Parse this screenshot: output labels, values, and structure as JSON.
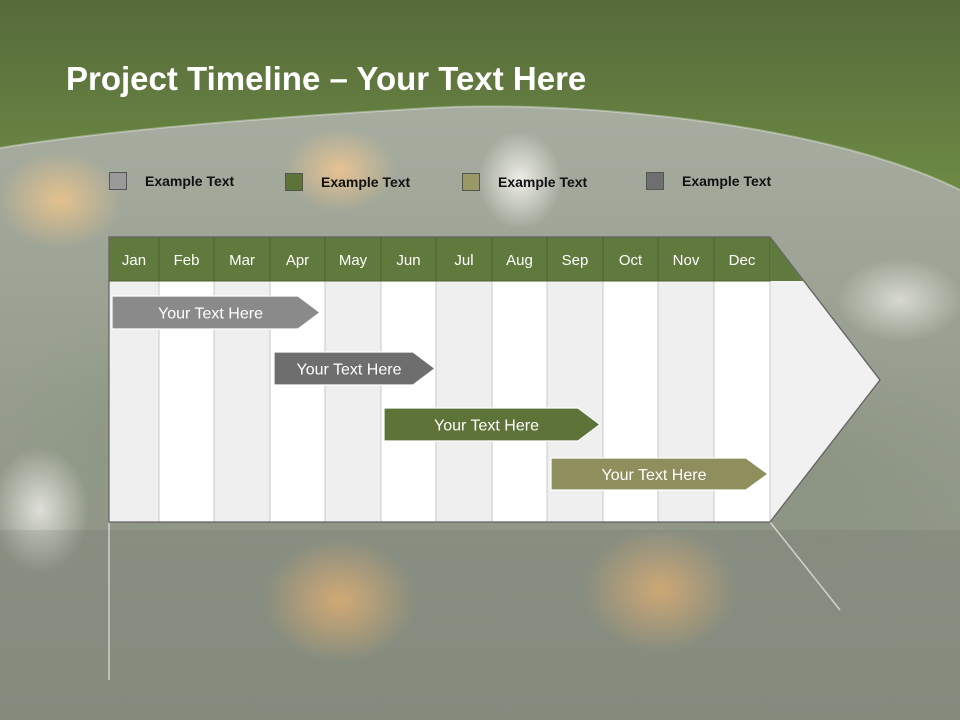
{
  "slide": {
    "title_bold": "Project Timeline",
    "title_rest": " – Your Text Here"
  },
  "colors": {
    "header_green": "#5f7a3c",
    "grey": "#8a8a8a",
    "dark_grey": "#6e6e6e",
    "olive_green": "#5d7338",
    "khaki": "#8e8f5c",
    "legend_dark": "#6f6f70"
  },
  "legend": [
    {
      "label": "Example Text",
      "color": "#9a9a9a"
    },
    {
      "label": "Example Text",
      "color": "#5d7338"
    },
    {
      "label": "Example Text",
      "color": "#999966"
    },
    {
      "label": "Example Text",
      "color": "#6f6f70"
    }
  ],
  "months": [
    "Jan",
    "Feb",
    "Mar",
    "Apr",
    "May",
    "Jun",
    "Jul",
    "Aug",
    "Sep",
    "Oct",
    "Nov",
    "Dec"
  ],
  "bars": [
    {
      "label": "Your  Text Here",
      "start": "Jan",
      "end": "Apr",
      "color": "#8a8a8a"
    },
    {
      "label": "Your  Text Here",
      "start": "Apr",
      "end": "Jun",
      "color": "#6e6e6e"
    },
    {
      "label": "Your  Text Here",
      "start": "Jun",
      "end": "Sep",
      "color": "#5d7338"
    },
    {
      "label": "Your  Text Here",
      "start": "Sep",
      "end": "Dec",
      "color": "#8e8f5c"
    }
  ]
}
